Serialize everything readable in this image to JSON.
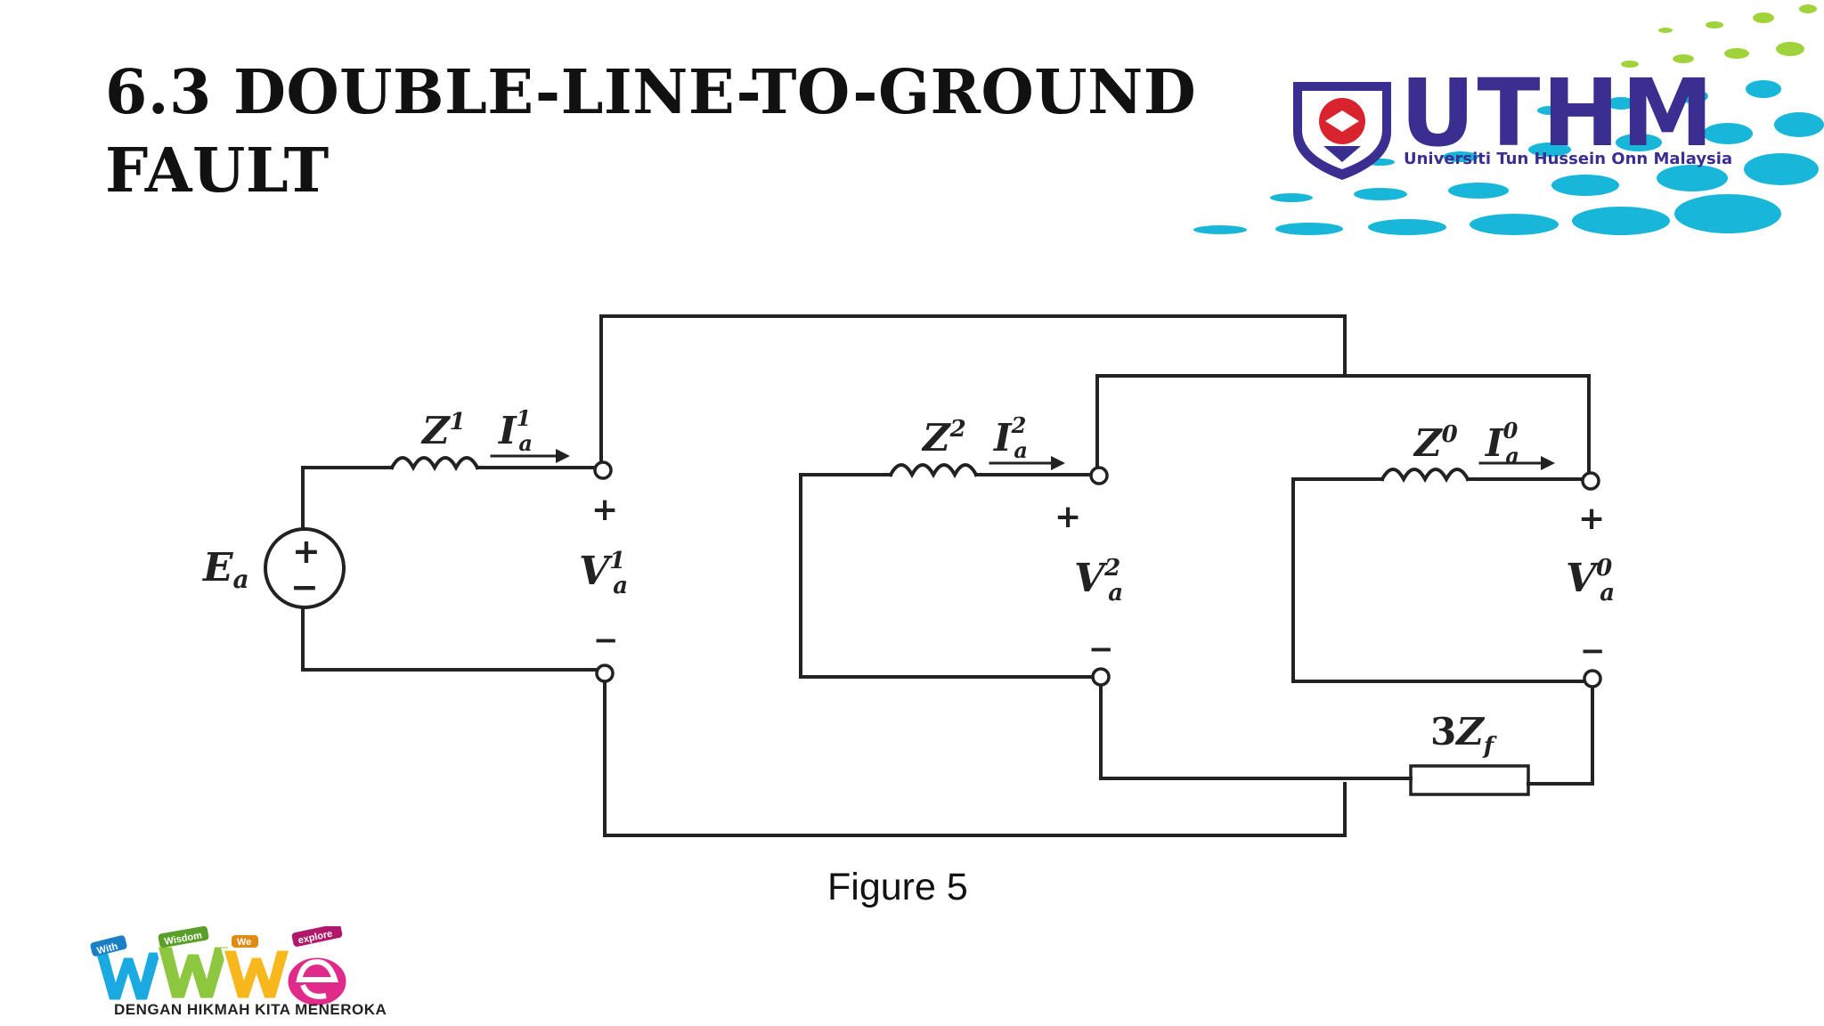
{
  "slide": {
    "title_line1": "6.3 DOUBLE-LINE-TO-GROUND",
    "title_line2": "FAULT",
    "caption": "Figure 5"
  },
  "logo": {
    "name": "UTHM",
    "subtitle": "Universiti Tun Hussein Onn Malaysia",
    "emblem": "uthm-crest-icon"
  },
  "footer_logo": {
    "words": [
      "With",
      "Wisdom",
      "We",
      "explore"
    ],
    "tagline": "DENGAN HIKMAH KITA MENEROKA"
  },
  "circuit": {
    "source_label": "E",
    "source_sub": "a",
    "positive_network": {
      "z": "Z",
      "z_sup": "1",
      "i": "I",
      "i_sub": "a",
      "i_sup": "1",
      "v": "V",
      "v_sub": "a",
      "v_sup": "1"
    },
    "negative_network": {
      "z": "Z",
      "z_sup": "2",
      "i": "I",
      "i_sub": "a",
      "i_sup": "2",
      "v": "V",
      "v_sub": "a",
      "v_sup": "2"
    },
    "zero_network": {
      "z": "Z",
      "z_sup": "0",
      "i": "I",
      "i_sub": "a",
      "i_sup": "0",
      "v": "V",
      "v_sub": "a",
      "v_sup": "0"
    },
    "fault_impedance": {
      "coef": "3",
      "z": "Z",
      "sub": "f"
    },
    "plus": "+",
    "minus": "−"
  },
  "colors": {
    "title": "#111111",
    "logo_purple": "#3b2e91",
    "banner_cyan": "#18b6d8",
    "banner_green": "#9fd23b",
    "wire": "#222222"
  }
}
